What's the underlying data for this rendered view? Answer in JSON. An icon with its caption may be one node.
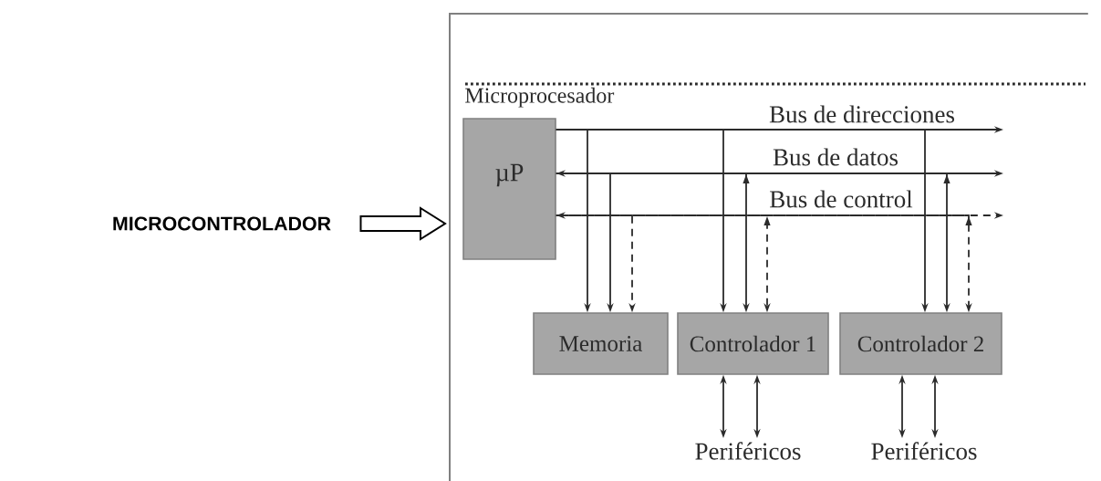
{
  "diagram": {
    "nodes": [
      {
        "text": [
          "MICROCONTROLADOR"
        ]
      },
      {
        "text": [],
        "shape": "box"
      },
      {
        "text": [
          "Microprocesador",
          "µP"
        ],
        "in": 1
      },
      {
        "text": [
          "Memoria"
        ],
        "in": 1
      },
      {
        "text": [
          "Controlador 1"
        ],
        "in": 1
      },
      {
        "text": [
          "Controlador 2"
        ],
        "in": 1
      },
      {
        "text": [
          "Periféricos"
        ],
        "in": 1
      },
      {
        "text": [
          "Periféricos"
        ],
        "in": 1
      }
    ],
    "edges": [
      {
        "from": 0,
        "to": 1,
        "arrow": "to"
      },
      {
        "from": 2,
        "to": 3,
        "arrow": "to"
      },
      {
        "from": 2,
        "to": 4,
        "arrow": "to"
      },
      {
        "from": 2,
        "to": 5,
        "arrow": "to"
      },
      {
        "from": 2,
        "to": null,
        "arrow": "to",
        "label": "Bus de direcciones"
      },
      {
        "from": 2,
        "to": 3,
        "arrow": "to"
      },
      {
        "from": 2,
        "to": 4,
        "arrow": "to"
      },
      {
        "from": 2,
        "to": 5,
        "arrow": "to"
      },
      {
        "from": 2,
        "to": null,
        "arrow": "both",
        "label": "Bus de datos"
      },
      {
        "from": 2,
        "to": 3,
        "arrow": "to",
        "style": "dashed"
      },
      {
        "from": 2,
        "to": 4,
        "arrow": "to",
        "style": "dashed"
      },
      {
        "from": 2,
        "to": 5,
        "arrow": "to",
        "style": "dashed"
      },
      {
        "from": 2,
        "to": null,
        "arrow": "both",
        "style": "dashed",
        "label": "Bus de control"
      },
      {
        "from": 4,
        "to": 6,
        "arrow": "both"
      },
      {
        "from": 4,
        "to": 6,
        "arrow": "both"
      },
      {
        "from": 5,
        "to": 7,
        "arrow": "both"
      },
      {
        "from": 5,
        "to": 7,
        "arrow": "both"
      }
    ]
  }
}
